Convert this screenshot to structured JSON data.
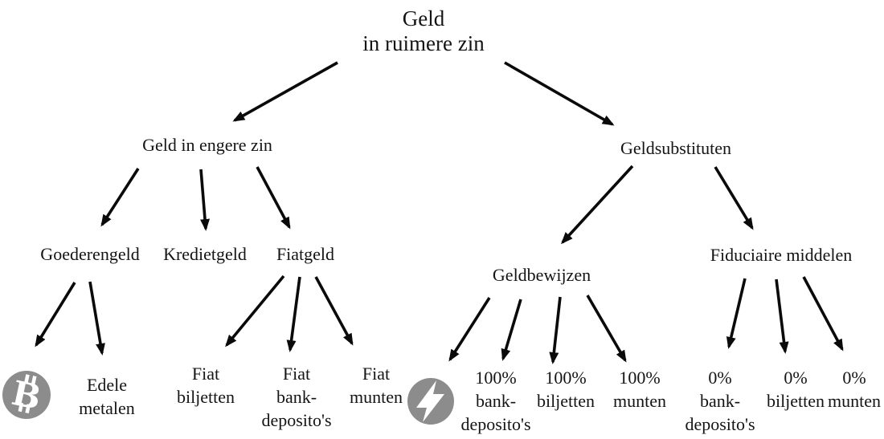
{
  "nodes": {
    "root": {
      "lines": [
        "Geld",
        "in ruimere zin"
      ]
    },
    "geld_in_engere_zin": {
      "label": "Geld in engere zin"
    },
    "geldsubstituten": {
      "label": "Geldsubstituten"
    },
    "goederengeld": {
      "label": "Goederengeld"
    },
    "kredietgeld": {
      "label": "Kredietgeld"
    },
    "fiatgeld": {
      "label": "Fiatgeld"
    },
    "geldbewijzen": {
      "label": "Geldbewijzen"
    },
    "fiduciaire_middelen": {
      "label": "Fiduciaire middelen"
    },
    "edele_metalen": {
      "lines": [
        "Edele",
        "metalen"
      ]
    },
    "fiat_biljetten": {
      "lines": [
        "Fiat",
        "biljetten"
      ]
    },
    "fiat_bank_depositos": {
      "lines": [
        "Fiat",
        "bank-",
        "deposito's"
      ]
    },
    "fiat_munten": {
      "lines": [
        "Fiat",
        "munten"
      ]
    },
    "pct100_bank_depositos": {
      "lines": [
        "100%",
        "bank-",
        "deposito's"
      ]
    },
    "pct100_biljetten": {
      "lines": [
        "100%",
        "biljetten"
      ]
    },
    "pct100_munten": {
      "lines": [
        "100%",
        "munten"
      ]
    },
    "pct0_bank_depositos": {
      "lines": [
        "0%",
        "bank-",
        "deposito's"
      ]
    },
    "pct0_biljetten": {
      "lines": [
        "0%",
        "biljetten"
      ]
    },
    "pct0_munten": {
      "lines": [
        "0%",
        "munten"
      ]
    }
  },
  "icons": {
    "bitcoin": {
      "semantic": "bitcoin-currency-symbol",
      "letter": "B",
      "circle_color": "#8c8c8c",
      "glyph_color": "#ffffff"
    },
    "lightning": {
      "semantic": "lightning-bolt",
      "circle_color": "#8c8c8c",
      "glyph_color": "#ffffff"
    }
  },
  "edges": [
    {
      "from": "root",
      "to": "geld_in_engere_zin"
    },
    {
      "from": "root",
      "to": "geldsubstituten"
    },
    {
      "from": "geld_in_engere_zin",
      "to": "goederengeld"
    },
    {
      "from": "geld_in_engere_zin",
      "to": "kredietgeld"
    },
    {
      "from": "geld_in_engere_zin",
      "to": "fiatgeld"
    },
    {
      "from": "goederengeld",
      "to": "bitcoin_icon"
    },
    {
      "from": "goederengeld",
      "to": "edele_metalen"
    },
    {
      "from": "fiatgeld",
      "to": "fiat_biljetten"
    },
    {
      "from": "fiatgeld",
      "to": "fiat_bank_depositos"
    },
    {
      "from": "fiatgeld",
      "to": "fiat_munten"
    },
    {
      "from": "geldsubstituten",
      "to": "geldbewijzen"
    },
    {
      "from": "geldsubstituten",
      "to": "fiduciaire_middelen"
    },
    {
      "from": "geldbewijzen",
      "to": "lightning_icon"
    },
    {
      "from": "geldbewijzen",
      "to": "pct100_bank_depositos"
    },
    {
      "from": "geldbewijzen",
      "to": "pct100_biljetten"
    },
    {
      "from": "geldbewijzen",
      "to": "pct100_munten"
    },
    {
      "from": "fiduciaire_middelen",
      "to": "pct0_bank_depositos"
    },
    {
      "from": "fiduciaire_middelen",
      "to": "pct0_biljetten"
    },
    {
      "from": "fiduciaire_middelen",
      "to": "pct0_munten"
    }
  ],
  "colors": {
    "background": "#ffffff",
    "text": "#141414",
    "arrow": "#0a0a0a",
    "icon_gray": "#8c8c8c",
    "icon_glyph": "#ffffff"
  }
}
